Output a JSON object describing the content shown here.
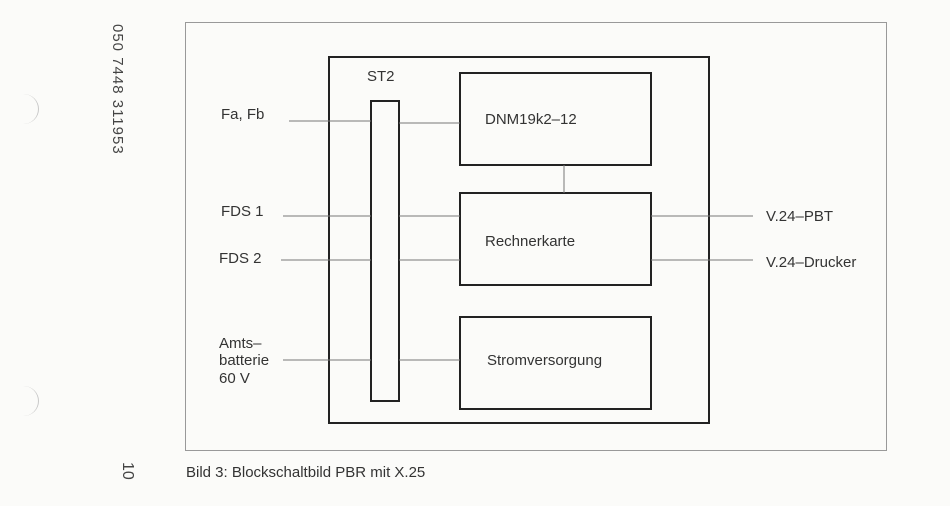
{
  "side_code": "050 7448 311953",
  "page_number": "10",
  "caption": "Bild 3: Blockschaltbild PBR mit X.25",
  "diagram": {
    "connector_label": "ST2",
    "blocks": {
      "modem": "DNM19k2–12",
      "computer": "Rechnerkarte",
      "power": "Stromversorgung"
    },
    "inputs": {
      "fa_fb": "Fa, Fb",
      "fds1": "FDS 1",
      "fds2": "FDS 2",
      "battery_line1": "Amts–",
      "battery_line2": "batterie",
      "battery_line3": "60 V"
    },
    "outputs": {
      "pbt": "V.24–PBT",
      "printer": "V.24–Drucker"
    }
  }
}
